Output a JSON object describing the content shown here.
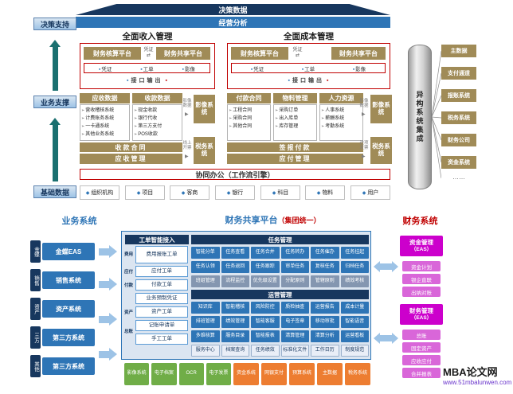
{
  "icons": {
    "diamond": "◆",
    "arrow_right": "▶",
    "transfer": "⇄",
    "square": "▪"
  },
  "colors": {
    "navy": "#17375e",
    "blue": "#2e75b6",
    "tan": "#a08b57",
    "red": "#c00000",
    "teal": "#1a7070",
    "green": "#70ad47",
    "orange": "#ed7d31",
    "magenta": "#cc00cc",
    "light_blue": "#9dc3e6"
  },
  "top": {
    "decision_data": "决策数据",
    "business_analysis": "经营分析",
    "side_labels": [
      "决策支持",
      "业务支撑",
      "基础数据"
    ],
    "revenue": {
      "title": "全面收入管理",
      "accounting_platform": "财务核算平台",
      "sharing_platform": "财务共享平台",
      "voucher_link": "凭证",
      "strip": [
        "凭证",
        "工单",
        "影像"
      ],
      "interface_output": "接口输出",
      "receivable_header": "应收数据",
      "collection_header": "收款数据",
      "receivable_items": [
        "营收稽核系统",
        "计费账务系统",
        "一卡通系统",
        "其他业务系统"
      ],
      "collection_items": [
        "现金收款",
        "银行代收",
        "第三方支付",
        "POS收款"
      ],
      "image_system": "影像系统",
      "image_note": "影像数据",
      "contract_bar": "收款合同",
      "management_bar": "应收管理",
      "tax_system": "税务系统",
      "tax_note": "线上开票"
    },
    "cost": {
      "title": "全面成本管理",
      "accounting_platform": "财务核算平台",
      "sharing_platform": "财务共享平台",
      "voucher_link": "凭证",
      "strip": [
        "凭证",
        "工单",
        "影像"
      ],
      "interface_output": "接口输出",
      "col_headers": [
        "付款合同",
        "物料管理",
        "人力资源"
      ],
      "payment_items": [
        "工程合同",
        "采购合同",
        "其他合同"
      ],
      "material_items": [
        "采购订单",
        "出入库单",
        "库存管理"
      ],
      "hr_items": [
        "人事系统",
        "薪酬系统",
        "考勤系统"
      ],
      "image_system": "影像系统",
      "image_note": "影像数据",
      "sign_bar": "签报付款",
      "management_bar": "应付管理",
      "tax_system": "税务系统",
      "tax_note": "进项发票"
    },
    "collaboration_bar": "协同办公（工作流引擎）",
    "base_items": [
      "组织机构",
      "项目",
      "客商",
      "银行",
      "科目",
      "物料",
      "用户"
    ],
    "integration_cylinder": "异构系统集成",
    "right_stack": [
      "主数据",
      "支付通道",
      "报账系统",
      "税务系统",
      "财务公司",
      "资金系统",
      "……"
    ]
  },
  "bottom": {
    "business_title": "业务系统",
    "platform_title": "财务共享平台",
    "platform_subtitle": "（集团统一）",
    "finance_title": "财务系统",
    "left_tabs": [
      "金蝶",
      "销售",
      "资产",
      "三方",
      "其他"
    ],
    "left_boxes": [
      "金蝶EAS",
      "销售系统",
      "资产系统",
      "第三方系统",
      "第三方系统"
    ],
    "access": {
      "title": "工单智能接入",
      "categories": [
        "费用",
        "应付",
        "付款",
        "资产",
        "总账"
      ],
      "items": [
        "费用报账工单",
        "应付工单",
        "付款工单",
        "业务预制凭证",
        "资产工单",
        "记账申请单",
        "手工工单"
      ]
    },
    "task": {
      "title": "任务管理",
      "rows": [
        [
          "智能分单",
          "任务查看",
          "任务合并",
          "任务转办",
          "任务催办",
          "任务挂起"
        ],
        [
          "任务认领",
          "任务退回",
          "任务跟踪",
          "审单任务",
          "复核任务",
          "归档任务"
        ],
        [
          "班组管理",
          "流程监控",
          "优先级设置",
          "分配原则",
          "管辖原则",
          "绩效考核"
        ]
      ]
    },
    "ops": {
      "title": "运营管理",
      "rows": [
        [
          "知识库",
          "智能稽核",
          "风险防控",
          "质检抽查",
          "运营报告",
          "成本计量"
        ],
        [
          "排班管理",
          "绩效管理",
          "智能客服",
          "电子签章",
          "移动审批",
          "智能语音"
        ],
        [
          "多维核算",
          "服务目录",
          "智能报表",
          "清算管理",
          "清算分析",
          "运营看板"
        ],
        [
          "服务中心",
          "档案查询",
          "任务绩效",
          "标准化文件",
          "工作日历",
          "制度规范"
        ]
      ]
    },
    "support_green": [
      "影像系统",
      "电子档案",
      "OCR",
      "电子发票"
    ],
    "support_orange": [
      "资金系统",
      "网银支付",
      "预算系统",
      "主数据",
      "税务系统"
    ],
    "finance": {
      "fund_title": "资金管理",
      "fund_sub": "（EAS）",
      "fund_items": [
        "资金计划",
        "银企直联",
        "出纳对账"
      ],
      "fin_title": "财务管理",
      "fin_sub": "（EAS）",
      "fin_items": [
        "总账",
        "固定资产",
        "应收应付",
        "合并报表"
      ]
    }
  },
  "watermark": {
    "name": "MBA论文网",
    "url": "www.51mbalunwen.com"
  }
}
